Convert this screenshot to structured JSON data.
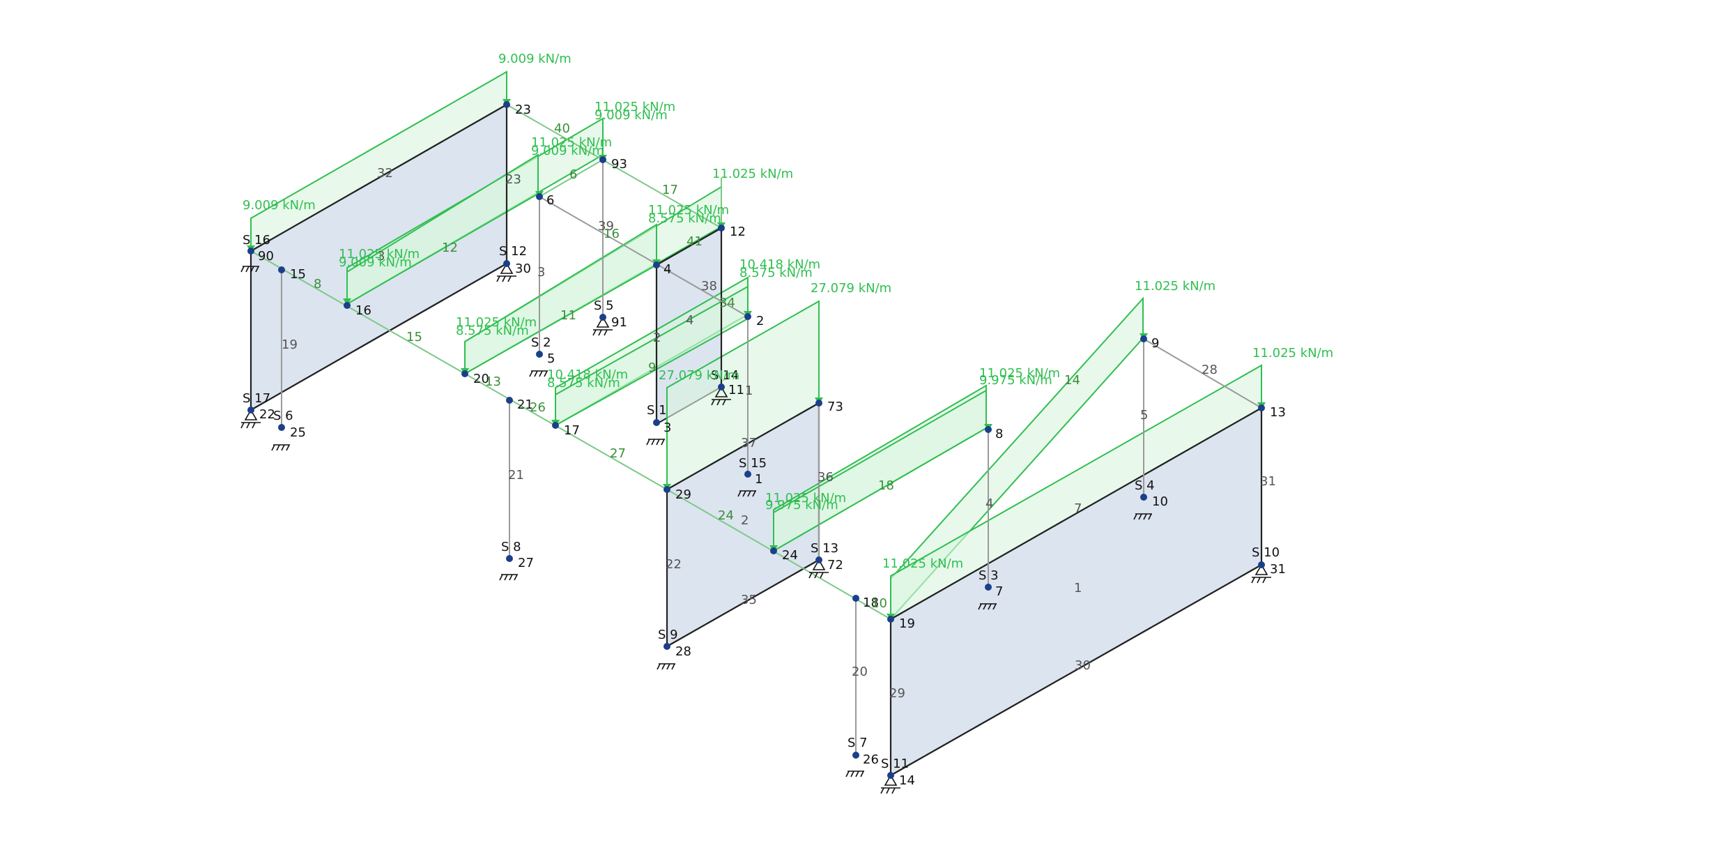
{
  "colors": {
    "surface_fill": "#d6dfec",
    "load_fill": "#d9f5df",
    "load_stroke": "#2fbf4f",
    "node": "#1b3f8a",
    "member_dark": "#222222",
    "member_gray": "#999999",
    "member_green": "#7cc987",
    "text": "#111111",
    "load_text": "#2fbf4f"
  },
  "icons": [
    "fixed-support-icon",
    "pinned-support-icon",
    "node-dot-icon",
    "load-arrow-icon"
  ],
  "nodes": [
    {
      "id": "n23",
      "label": "23"
    },
    {
      "id": "n93",
      "label": "93"
    },
    {
      "id": "n6",
      "label": "6"
    },
    {
      "id": "n90",
      "label": "90"
    },
    {
      "id": "n15",
      "label": "15"
    },
    {
      "id": "n16",
      "label": "16"
    },
    {
      "id": "n30",
      "label": "30"
    },
    {
      "id": "n22",
      "label": "22"
    },
    {
      "id": "n25",
      "label": "25"
    },
    {
      "id": "n12",
      "label": "12"
    },
    {
      "id": "n4",
      "label": "4"
    },
    {
      "id": "n2",
      "label": "2"
    },
    {
      "id": "n91",
      "label": "91"
    },
    {
      "id": "n5",
      "label": "5"
    },
    {
      "id": "n20",
      "label": "20"
    },
    {
      "id": "n21",
      "label": "21"
    },
    {
      "id": "n17",
      "label": "17"
    },
    {
      "id": "n3",
      "label": "3"
    },
    {
      "id": "n11",
      "label": "11"
    },
    {
      "id": "n73",
      "label": "73"
    },
    {
      "id": "n29",
      "label": "29"
    },
    {
      "id": "n1",
      "label": "1"
    },
    {
      "id": "n24",
      "label": "24"
    },
    {
      "id": "n72",
      "label": "72"
    },
    {
      "id": "n27",
      "label": "27"
    },
    {
      "id": "n28",
      "label": "28"
    },
    {
      "id": "n18",
      "label": "18"
    },
    {
      "id": "n19",
      "label": "19"
    },
    {
      "id": "n26",
      "label": "26"
    },
    {
      "id": "n14",
      "label": "14"
    },
    {
      "id": "n8",
      "label": "8"
    },
    {
      "id": "n9",
      "label": "9"
    },
    {
      "id": "n13",
      "label": "13"
    },
    {
      "id": "n7",
      "label": "7"
    },
    {
      "id": "n10",
      "label": "10"
    },
    {
      "id": "n31",
      "label": "31"
    }
  ],
  "supports": [
    {
      "id": "s16",
      "label": "S 16"
    },
    {
      "id": "s17",
      "label": "S 17"
    },
    {
      "id": "s6",
      "label": "S 6"
    },
    {
      "id": "s12",
      "label": "S 12"
    },
    {
      "id": "s5",
      "label": "S 5"
    },
    {
      "id": "s2",
      "label": "S 2"
    },
    {
      "id": "s14",
      "label": "S 14"
    },
    {
      "id": "s1",
      "label": "S 1"
    },
    {
      "id": "s15",
      "label": "S 15"
    },
    {
      "id": "s8",
      "label": "S 8"
    },
    {
      "id": "s13",
      "label": "S 13"
    },
    {
      "id": "s9",
      "label": "S 9"
    },
    {
      "id": "s7",
      "label": "S 7"
    },
    {
      "id": "s11",
      "label": "S 11"
    },
    {
      "id": "s3",
      "label": "S 3"
    },
    {
      "id": "s4",
      "label": "S 4"
    },
    {
      "id": "s10",
      "label": "S 10"
    }
  ],
  "members": [
    {
      "id": "m32",
      "label": "32"
    },
    {
      "id": "m40",
      "label": "40"
    },
    {
      "id": "m23",
      "label": "23"
    },
    {
      "id": "m6",
      "label": "6"
    },
    {
      "id": "m12",
      "label": "12"
    },
    {
      "id": "m8",
      "label": "8"
    },
    {
      "id": "m3a",
      "label": "3"
    },
    {
      "id": "m19",
      "label": "19"
    },
    {
      "id": "m15",
      "label": "15"
    },
    {
      "id": "m3b",
      "label": "3"
    },
    {
      "id": "m17",
      "label": "17"
    },
    {
      "id": "m39",
      "label": "39"
    },
    {
      "id": "m16",
      "label": "16"
    },
    {
      "id": "m41",
      "label": "41"
    },
    {
      "id": "m11",
      "label": "11"
    },
    {
      "id": "m38",
      "label": "38"
    },
    {
      "id": "m34",
      "label": "34"
    },
    {
      "id": "m4a",
      "label": "4"
    },
    {
      "id": "m2a",
      "label": "2"
    },
    {
      "id": "m9",
      "label": "9"
    },
    {
      "id": "m13",
      "label": "13"
    },
    {
      "id": "m26",
      "label": "26"
    },
    {
      "id": "m1a",
      "label": "1"
    },
    {
      "id": "m21",
      "label": "21"
    },
    {
      "id": "m27",
      "label": "27"
    },
    {
      "id": "m37",
      "label": "37"
    },
    {
      "id": "m36",
      "label": "36"
    },
    {
      "id": "m24",
      "label": "24"
    },
    {
      "id": "m2b",
      "label": "2"
    },
    {
      "id": "m18",
      "label": "18"
    },
    {
      "id": "m22",
      "label": "22"
    },
    {
      "id": "m35",
      "label": "35"
    },
    {
      "id": "m10",
      "label": "10"
    },
    {
      "id": "m20",
      "label": "20"
    },
    {
      "id": "m29",
      "label": "29"
    },
    {
      "id": "m14",
      "label": "14"
    },
    {
      "id": "m28",
      "label": "28"
    },
    {
      "id": "m5",
      "label": "5"
    },
    {
      "id": "m4b",
      "label": "4"
    },
    {
      "id": "m7",
      "label": "7"
    },
    {
      "id": "m31",
      "label": "31"
    },
    {
      "id": "m1b",
      "label": "1"
    },
    {
      "id": "m30",
      "label": "30"
    }
  ],
  "loads": [
    {
      "id": "L1",
      "text": "9.009 kN/m"
    },
    {
      "id": "L2",
      "text": "11.025 kN/m"
    },
    {
      "id": "L3",
      "text": "9.009 kN/m"
    },
    {
      "id": "L4",
      "text": "11.025 kN/m"
    },
    {
      "id": "L5",
      "text": "9.009 kN/m"
    },
    {
      "id": "L6",
      "text": "9.009 kN/m"
    },
    {
      "id": "L7",
      "text": "11.025 kN/m"
    },
    {
      "id": "L8",
      "text": "9.009 kN/m"
    },
    {
      "id": "L9",
      "text": "11.025 kN/m"
    },
    {
      "id": "L10",
      "text": "11.025 kN/m"
    },
    {
      "id": "L11",
      "text": "8.575 kN/m"
    },
    {
      "id": "L12",
      "text": "10.418 kN/m"
    },
    {
      "id": "L13",
      "text": "8.575 kN/m"
    },
    {
      "id": "L14",
      "text": "27.079 kN/m"
    },
    {
      "id": "L15",
      "text": "11.025 kN/m"
    },
    {
      "id": "L16",
      "text": "8.575 kN/m"
    },
    {
      "id": "L17",
      "text": "10.418 kN/m"
    },
    {
      "id": "L18",
      "text": "8.575 kN/m"
    },
    {
      "id": "L19",
      "text": "27.079 kN/m"
    },
    {
      "id": "L20",
      "text": "11.025 kN/m"
    },
    {
      "id": "L21",
      "text": "11.025 kN/m"
    },
    {
      "id": "L22",
      "text": "11.025 kN/m"
    },
    {
      "id": "L23",
      "text": "9.975 kN/m"
    },
    {
      "id": "L24",
      "text": "11.025 kN/m"
    },
    {
      "id": "L25",
      "text": "9.975 kN/m"
    },
    {
      "id": "L26",
      "text": "11.025 kN/m"
    }
  ]
}
